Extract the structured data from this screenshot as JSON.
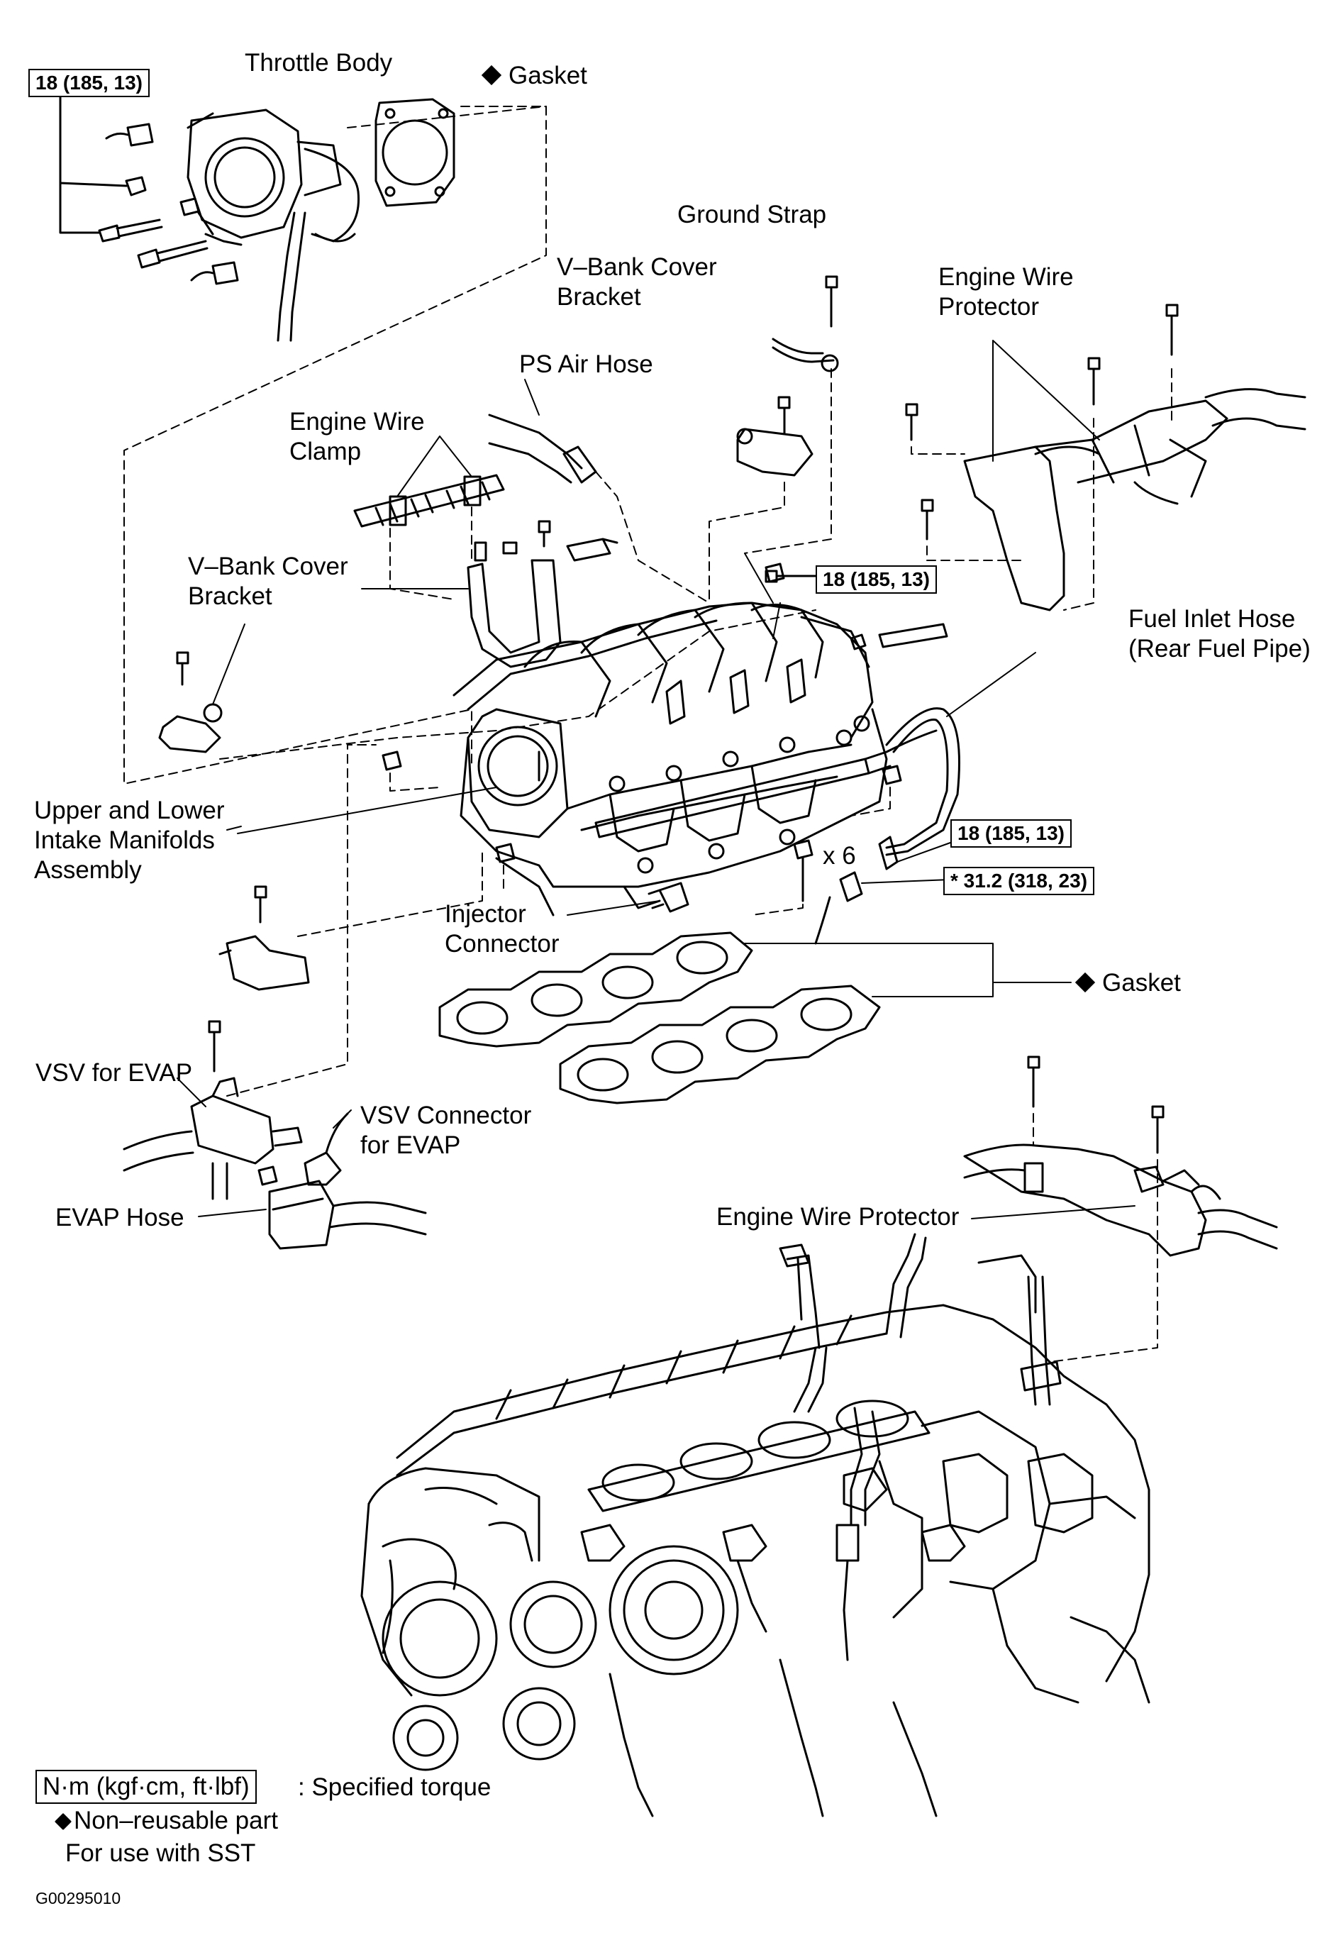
{
  "labels": {
    "throttle_body": "Throttle Body",
    "gasket_top": "Gasket",
    "ground_strap": "Ground Strap",
    "vbank_cover_bracket_upper": [
      "V–Bank Cover",
      "Bracket"
    ],
    "engine_wire_protector_upper": [
      "Engine Wire",
      "Protector"
    ],
    "ps_air_hose": "PS Air Hose",
    "engine_wire_clamp": [
      "Engine Wire",
      "Clamp"
    ],
    "vbank_cover_bracket_lower": [
      "V–Bank Cover",
      "Bracket"
    ],
    "fuel_inlet_hose": [
      "Fuel Inlet Hose",
      "(Rear Fuel Pipe)"
    ],
    "intake_manifolds": [
      "Upper and Lower",
      "Intake Manifolds",
      "Assembly"
    ],
    "injector_connector": [
      "Injector",
      "Connector"
    ],
    "gasket_middle": "Gasket",
    "x6": "x 6",
    "vsv_for_evap": "VSV for EVAP",
    "vsv_connector": [
      "VSV Connector",
      "for EVAP"
    ],
    "evap_hose": "EVAP Hose",
    "engine_wire_protector_lower": "Engine Wire Protector"
  },
  "torque_boxes": {
    "throttle_body": "18 (185, 13)",
    "manifold_nut": "18 (185, 13)",
    "fuel_pipe": "18 (185, 13)",
    "fuel_pipe_sst": "* 31.2 (318, 23)"
  },
  "legend": {
    "torque_unit": "N·m (kgf·cm, ft·lbf)",
    "torque_desc": ": Specified torque",
    "nonreusable": "Non–reusable part",
    "sst": "For use with SST"
  },
  "figure_code": "G00295010",
  "icons": [
    "diamond-icon"
  ]
}
